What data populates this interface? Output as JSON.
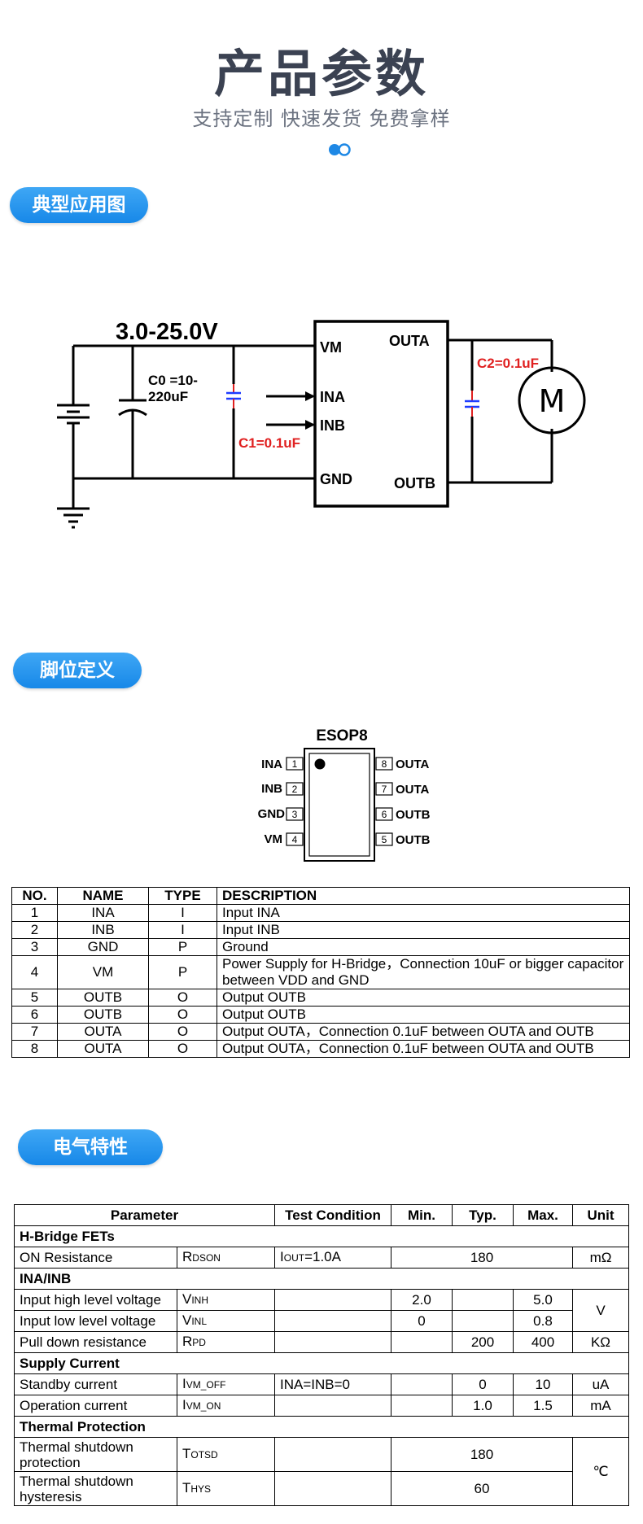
{
  "header": {
    "title": "产品参数",
    "subtitle": "支持定制 快速发货 免费拿样"
  },
  "sections": {
    "app_diagram": "典型应用图",
    "pin_def": "脚位定义",
    "electrical": "电气特性"
  },
  "colors": {
    "accent": "#1e88e5",
    "title": "#3b4252",
    "cap_red": "#e02020",
    "cap_blue": "#1e3cff"
  },
  "circuit": {
    "voltage": "3.0-25.0V",
    "c0_a": "C0 =10-",
    "c0_b": "220uF",
    "c1": "C1=0.1uF",
    "c2": "C2=0.1uF",
    "pin_vm": "VM",
    "pin_ina": "INA",
    "pin_inb": "INB",
    "pin_gnd": "GND",
    "pin_outa": "OUTA",
    "pin_outb": "OUTB",
    "motor": "M"
  },
  "package": {
    "name": "ESOP8",
    "left": [
      {
        "label": "INA",
        "num": "1"
      },
      {
        "label": "INB",
        "num": "2"
      },
      {
        "label": "GND",
        "num": "3"
      },
      {
        "label": "VM",
        "num": "4"
      }
    ],
    "right": [
      {
        "num": "8",
        "label": "OUTA"
      },
      {
        "num": "7",
        "label": "OUTA"
      },
      {
        "num": "6",
        "label": "OUTB"
      },
      {
        "num": "5",
        "label": "OUTB"
      }
    ]
  },
  "pin_table": {
    "headers": [
      "NO.",
      "NAME",
      "TYPE",
      "DESCRIPTION"
    ],
    "rows": [
      {
        "no": "1",
        "name": "INA",
        "type": "I",
        "desc": "Input INA"
      },
      {
        "no": "2",
        "name": "INB",
        "type": "I",
        "desc": "Input INB"
      },
      {
        "no": "3",
        "name": "GND",
        "type": "P",
        "desc": "Ground"
      },
      {
        "no": "4",
        "name": "VM",
        "type": "P",
        "desc": "Power Supply for H-Bridge，Connection 10uF or bigger capacitor between VDD and GND"
      },
      {
        "no": "5",
        "name": "OUTB",
        "type": "O",
        "desc": "Output OUTB"
      },
      {
        "no": "6",
        "name": "OUTB",
        "type": "O",
        "desc": "Output OUTB"
      },
      {
        "no": "7",
        "name": "OUTA",
        "type": "O",
        "desc": "Output OUTA，Connection 0.1uF between OUTA and OUTB"
      },
      {
        "no": "8",
        "name": "OUTA",
        "type": "O",
        "desc": "Output OUTA，Connection 0.1uF between OUTA and OUTB"
      }
    ]
  },
  "elec_table": {
    "headers": {
      "param": "Parameter",
      "cond": "Test Condition",
      "min": "Min.",
      "typ": "Typ.",
      "max": "Max.",
      "unit": "Unit"
    },
    "hbridge": "H-Bridge FETs",
    "ron": {
      "name": "ON Resistance",
      "sym": "R",
      "sub": "DSON",
      "cond_a": "I",
      "cond_sub": "OUT",
      "cond_b": "=1.0A",
      "typ": "180",
      "unit": "mΩ"
    },
    "inab": "INA/INB",
    "vinh": {
      "name": "Input high level voltage",
      "sym": "V",
      "sub": "INH",
      "min": "2.0",
      "max": "5.0"
    },
    "vinl": {
      "name": "Input low level voltage",
      "sym": "V",
      "sub": "INL",
      "min": "0",
      "max": "0.8"
    },
    "v_unit": "V",
    "rpd": {
      "name": "Pull down resistance",
      "sym": "R",
      "sub": "PD",
      "typ": "200",
      "max": "400",
      "unit": "KΩ"
    },
    "supply": "Supply Current",
    "standby": {
      "name": "Standby current",
      "sym": "I",
      "sub": "VM_OFF",
      "cond": "INA=INB=0",
      "typ": "0",
      "max": "10",
      "unit": "uA"
    },
    "operation": {
      "name": "Operation current",
      "sym": "I",
      "sub": "VM_ON",
      "typ": "1.0",
      "max": "1.5",
      "unit": "mA"
    },
    "thermal": "Thermal Protection",
    "totsd": {
      "name": "Thermal shutdown protection",
      "sym": "T",
      "sub": "OTSD",
      "typ": "180"
    },
    "thys": {
      "name": "Thermal shutdown hysteresis",
      "sym": "T",
      "sub": "HYS",
      "typ": "60"
    },
    "t_unit": "℃"
  }
}
